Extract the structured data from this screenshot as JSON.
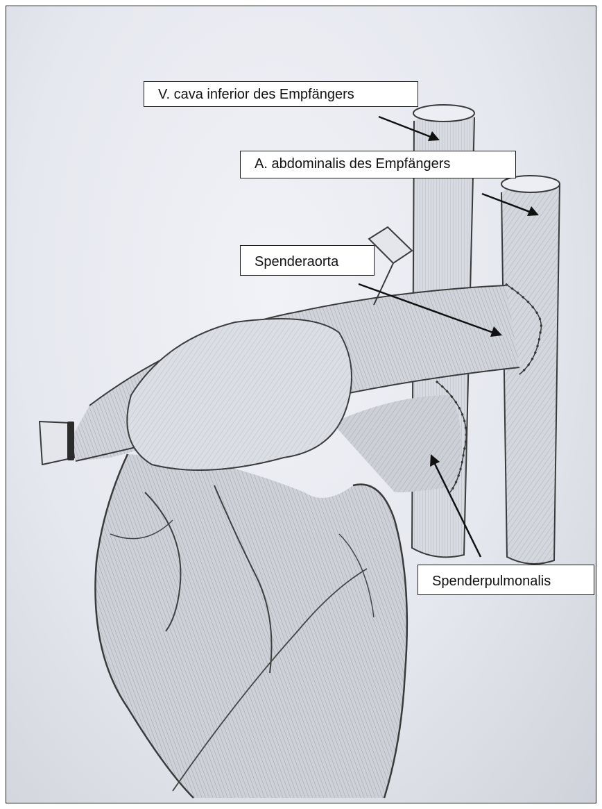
{
  "labels": {
    "vena_cava": "V. cava inferior des Empfängers",
    "aorta_abdominalis": "A. abdominalis des Empfängers",
    "spenderaorta": "Spenderaorta",
    "spenderpulmonalis": "Spenderpulmonalis"
  },
  "colors": {
    "paper": "#e6e8ef",
    "pencil": "#3a3a3a",
    "label_border": "#1a1a1a"
  }
}
